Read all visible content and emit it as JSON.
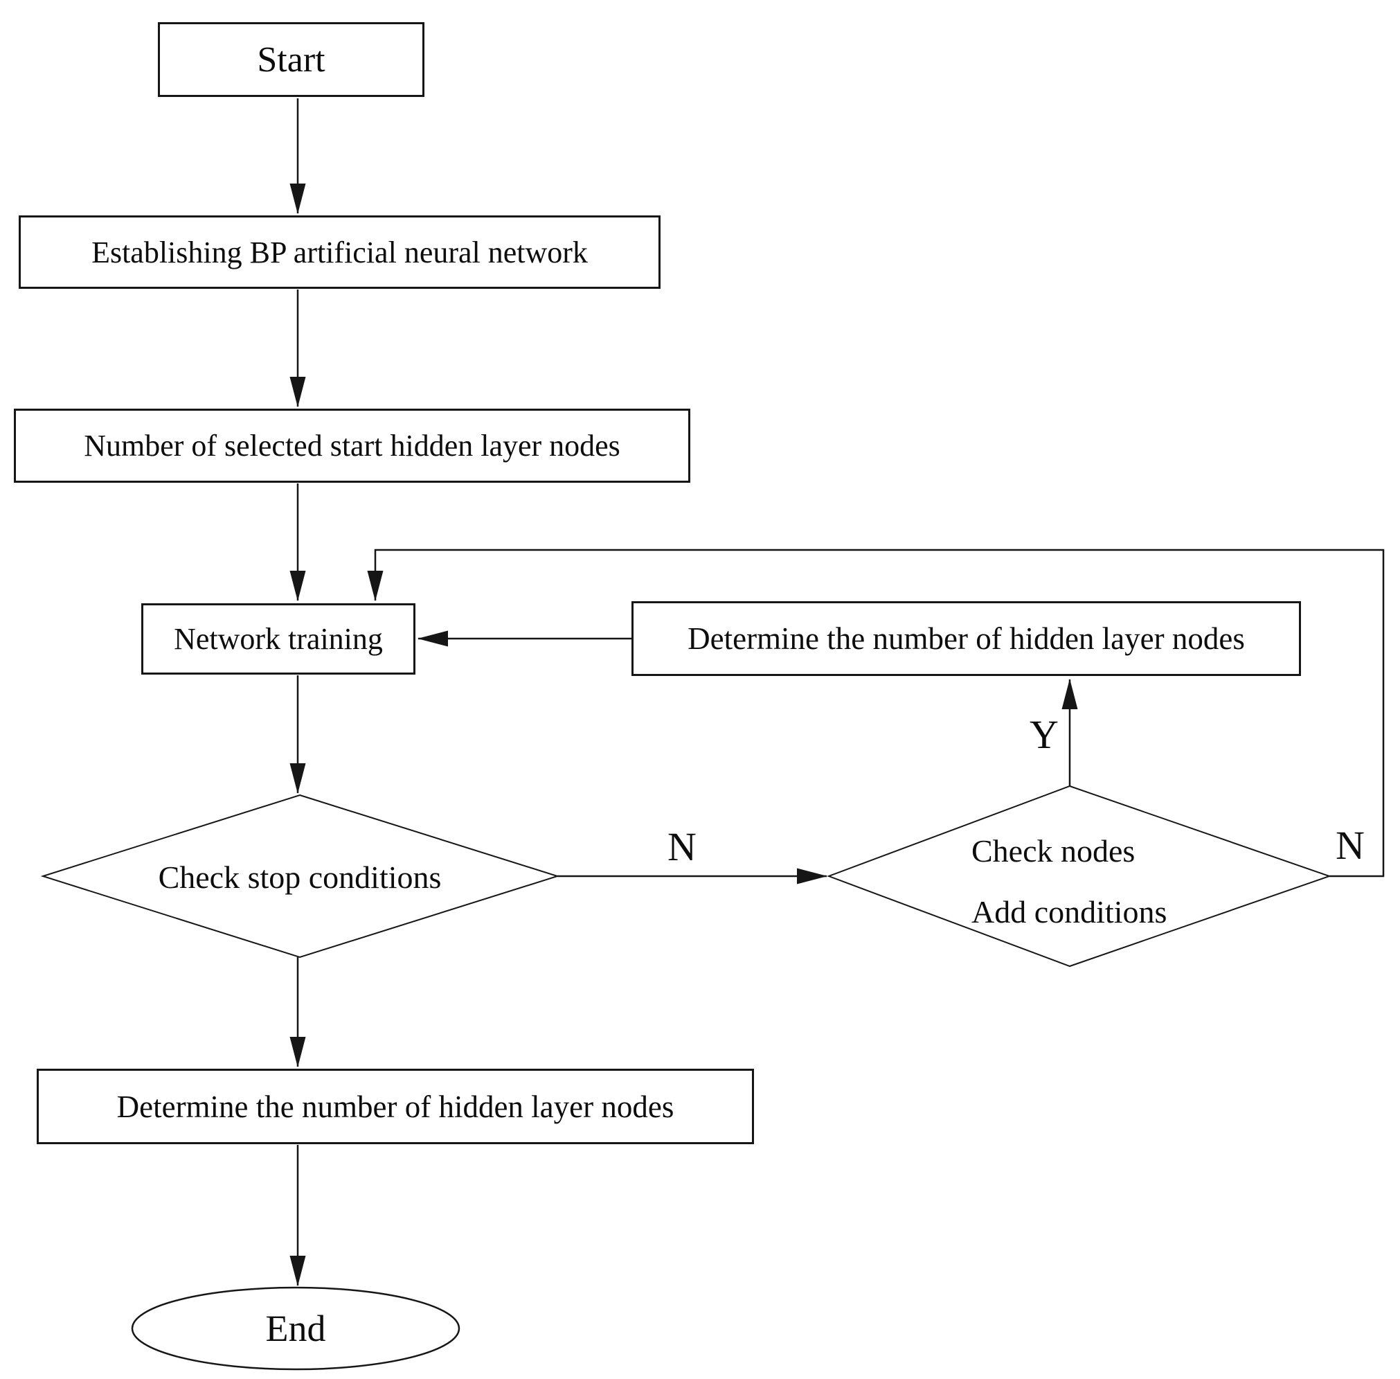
{
  "flowchart": {
    "colors": {
      "background": "#ffffff",
      "line": "#161616",
      "text": "#0d0d0d"
    },
    "nodes": {
      "start": "Start",
      "establish": "Establishing BP artificial neural network",
      "select_nodes": "Number of selected start hidden layer nodes",
      "training": "Network training",
      "determine_feedback": "Determine the number of hidden layer nodes",
      "check_stop": "Check stop conditions",
      "check_add_line1": "Check nodes",
      "check_add_line2": "Add conditions",
      "determine_final": "Determine the number of hidden layer nodes",
      "end": "End"
    },
    "edge_labels": {
      "stop_no": "N",
      "add_yes": "Y",
      "add_no": "N"
    }
  }
}
